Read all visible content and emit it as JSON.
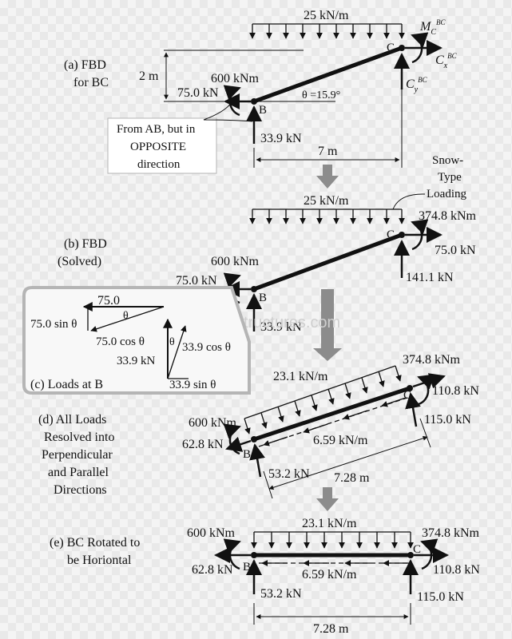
{
  "panel_a": {
    "title_line1": "(a) FBD",
    "title_line2": "for BC",
    "dist_load": "25 kN/m",
    "height": "2 m",
    "moment_b": "600 kNm",
    "force_bx": "75.0 kN",
    "theta": "θ =15.9°",
    "node_b": "B",
    "node_c": "C",
    "force_by": "33.9 kN",
    "span": "7 m",
    "note_line1": "From AB, but in",
    "note_line2": "OPPOSITE",
    "note_line3": "direction",
    "mc": "M",
    "mc_sub": "C",
    "mc_sup": "BC",
    "cx": "C",
    "cx_sub": "x",
    "cx_sup": "BC",
    "cy": "C",
    "cy_sub": "y",
    "cy_sup": "BC"
  },
  "panel_b": {
    "title_line1": "(b) FBD",
    "title_line2": "(Solved)",
    "snow_line1": "Snow-",
    "snow_line2": "Type",
    "snow_line3": "Loading",
    "dist_load": "25 kN/m",
    "moment_c": "374.8 kNm",
    "force_cx": "75.0 kN",
    "force_cy": "141.1 kN",
    "moment_b": "600 kNm",
    "force_bx": "75.0 kN",
    "force_by": "33.9 kN",
    "node_b": "B",
    "node_c": "C"
  },
  "panel_c": {
    "h_force": "75.0",
    "theta": "θ",
    "h_sin": "75.0 sin θ",
    "h_cos": "75.0 cos θ",
    "v_cos": "33.9 cos θ",
    "v_force": "33.9 kN",
    "v_sin": "33.9 sin θ",
    "title": "(c) Loads at B"
  },
  "panel_d": {
    "title_line1": "(d) All Loads",
    "title_line2": "Resolved into",
    "title_line3": "Perpendicular",
    "title_line4": "and Parallel",
    "title_line5": "Directions",
    "perp_load": "23.1 kN/m",
    "moment_c": "374.8 kNm",
    "force_cx": "110.8 kN",
    "force_cy": "115.0 kN",
    "moment_b": "600 kNm",
    "force_bx": "62.8 kN",
    "par_load": "6.59 kN/m",
    "force_by": "53.2 kN",
    "length": "7.28 m",
    "node_b": "B",
    "node_c": "C"
  },
  "panel_e": {
    "title_line1": "(e) BC Rotated to",
    "title_line2": "be Horiontal",
    "moment_b": "600 kNm",
    "perp_load": "23.1 kN/m",
    "moment_c": "374.8 kNm",
    "force_bx": "62.8 kN",
    "par_load": "6.59 kN/m",
    "force_cx": "110.8 kN",
    "force_by": "53.2 kN",
    "force_cy": "115.0 kN",
    "length": "7.28 m",
    "node_b": "B",
    "node_c": "C"
  },
  "watermark": "© LearnAboutStructures.com",
  "colors": {
    "ink": "#111111",
    "gray_arrow": "#8c8c8c",
    "frame": "#b5b5b5"
  }
}
